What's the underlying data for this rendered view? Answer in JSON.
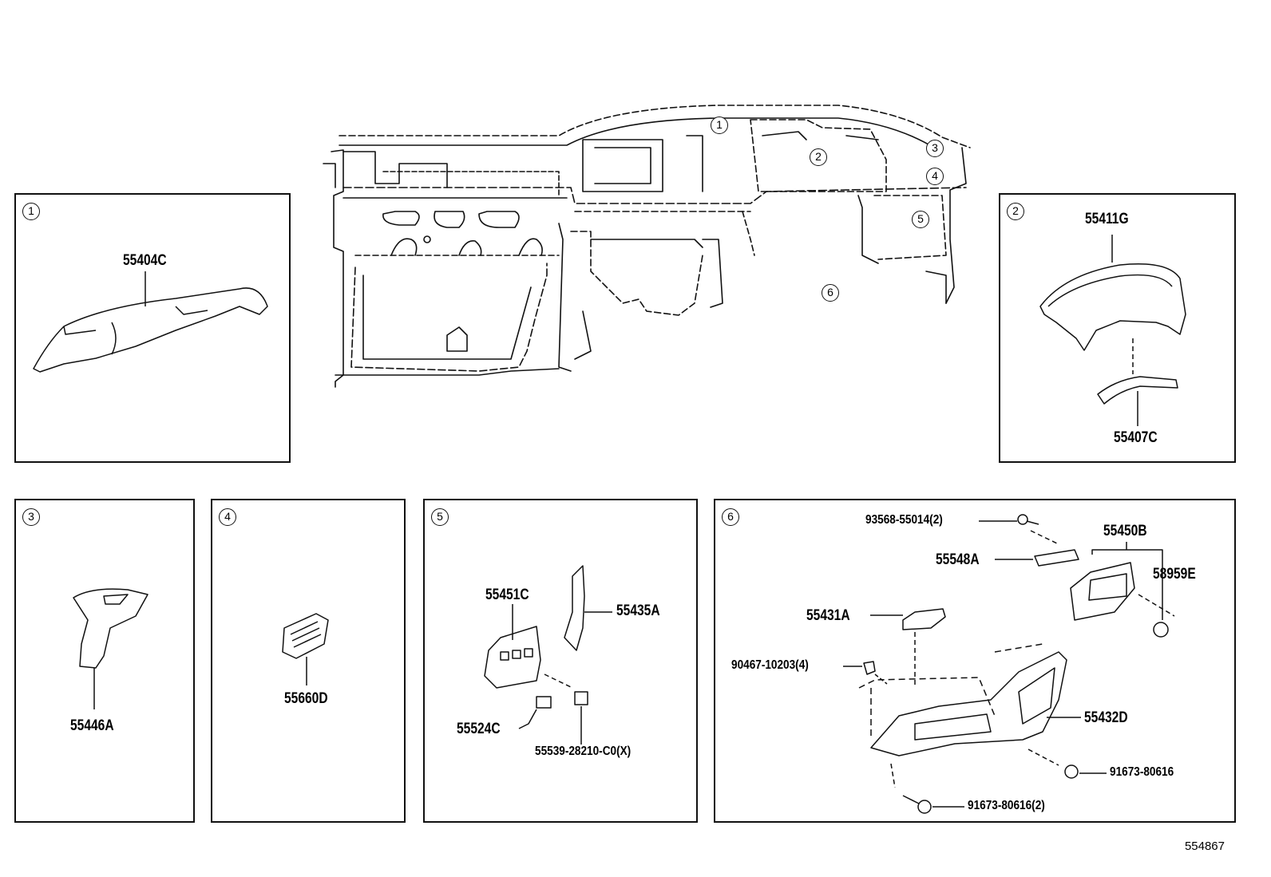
{
  "callouts": {
    "c1": "1",
    "c2": "2",
    "c3": "3",
    "c4": "4",
    "c5": "5",
    "c6": "6"
  },
  "panel1": {
    "num": "1",
    "parts": {
      "p55404C": "55404C"
    }
  },
  "panel2": {
    "num": "2",
    "parts": {
      "p55411G": "55411G",
      "p55407C": "55407C"
    }
  },
  "panel3": {
    "num": "3",
    "parts": {
      "p55446A": "55446A"
    }
  },
  "panel4": {
    "num": "4",
    "parts": {
      "p55660D": "55660D"
    }
  },
  "panel5": {
    "num": "5",
    "parts": {
      "p55451C": "55451C",
      "p55435A": "55435A",
      "p55524C": "55524C",
      "p55539": "55539-28210-C0(X)"
    }
  },
  "panel6": {
    "num": "6",
    "parts": {
      "p93568": "93568-55014(2)",
      "p55450B": "55450B",
      "p55548A": "55548A",
      "p58959E": "58959E",
      "p55431A": "55431A",
      "p90467": "90467-10203(4)",
      "p55432D": "55432D",
      "p91673a": "91673-80616",
      "p91673b": "91673-80616(2)"
    }
  },
  "figure_number": "554867"
}
